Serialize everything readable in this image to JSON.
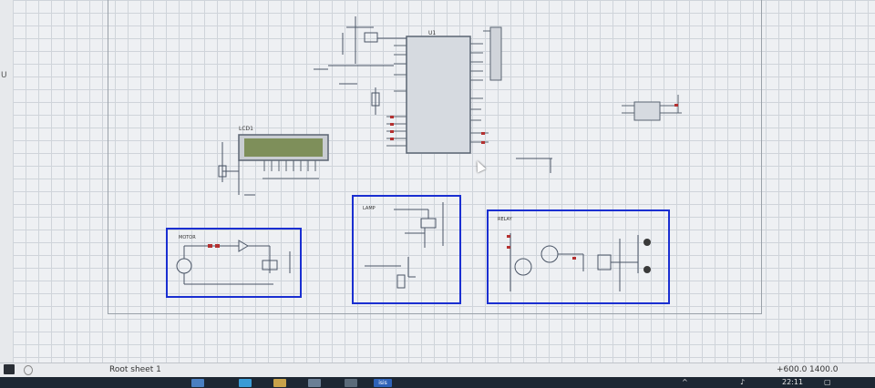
{
  "status_bar": {
    "sheet_tab": "Root sheet 1",
    "coord_x": "+600.0",
    "coord_y": "1400.0"
  },
  "schematic": {
    "lcd_label": "LCD1",
    "mcu_label": "U1",
    "box1_title": "MOTOR",
    "box2_title": "LAMP",
    "box3_title": "RELAY"
  },
  "taskbar": {
    "time": "22:11",
    "app_label": "isis"
  },
  "colors": {
    "frame_blue": "#1a2fd1",
    "wire": "#3d4a5c",
    "grid": "#cfd4da",
    "lcd_screen": "#7e8f5a",
    "taskbar": "#1d2733"
  }
}
